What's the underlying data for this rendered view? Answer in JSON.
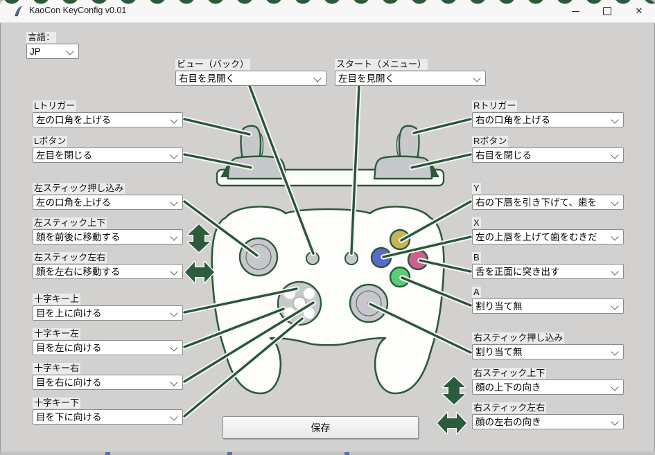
{
  "window": {
    "title": "KaoCon KeyConfig v0.01",
    "controls": {
      "minimize": "–",
      "maximize": "",
      "close": "✕"
    }
  },
  "language": {
    "label": "言語：",
    "value": "JP"
  },
  "bindings": {
    "view": {
      "label": "ビュー（バック）",
      "value": "右目を見開く"
    },
    "start": {
      "label": "スタート（メニュー）",
      "value": "左目を見開く"
    },
    "l_trigger": {
      "label": "Lトリガー",
      "value": "左の口角を上げる"
    },
    "l_button": {
      "label": "Lボタン",
      "value": "左目を閉じる"
    },
    "r_trigger": {
      "label": "Rトリガー",
      "value": "右の口角を上げる"
    },
    "r_button": {
      "label": "Rボタン",
      "value": "右目を閉じる"
    },
    "lstick_press": {
      "label": "左スティック押し込み",
      "value": "左の口角を上げる"
    },
    "lstick_vert": {
      "label": "左スティック上下",
      "value": "顔を前後に移動する"
    },
    "lstick_horiz": {
      "label": "左スティック左右",
      "value": "顔を左右に移動する"
    },
    "dpad_up": {
      "label": "十字キー上",
      "value": "目を上に向ける"
    },
    "dpad_left": {
      "label": "十字キー左",
      "value": "目を左に向ける"
    },
    "dpad_right": {
      "label": "十字キー右",
      "value": "目を右に向ける"
    },
    "dpad_down": {
      "label": "十字キー下",
      "value": "目を下に向ける"
    },
    "y": {
      "label": "Y",
      "value": "右の下唇を引き下げて、歯を"
    },
    "x": {
      "label": "X",
      "value": "左の上唇を上げて歯をむきだ"
    },
    "b": {
      "label": "B",
      "value": "舌を正面に突き出す"
    },
    "a": {
      "label": "A",
      "value": "割り当て無"
    },
    "rstick_press": {
      "label": "右スティック押し込み",
      "value": "割り当て無"
    },
    "rstick_vert": {
      "label": "右スティック上下",
      "value": "顔の上下の向き"
    },
    "rstick_horiz": {
      "label": "右スティック左右",
      "value": "顔の左右の向き"
    }
  },
  "save_button": "保存",
  "colors": {
    "accent_green": "#2b5939",
    "window_gray": "#d2d1cf",
    "button_y": "#c9b455",
    "button_x": "#5a68cc",
    "button_b": "#ce5f8f",
    "button_a": "#5ecb78"
  }
}
